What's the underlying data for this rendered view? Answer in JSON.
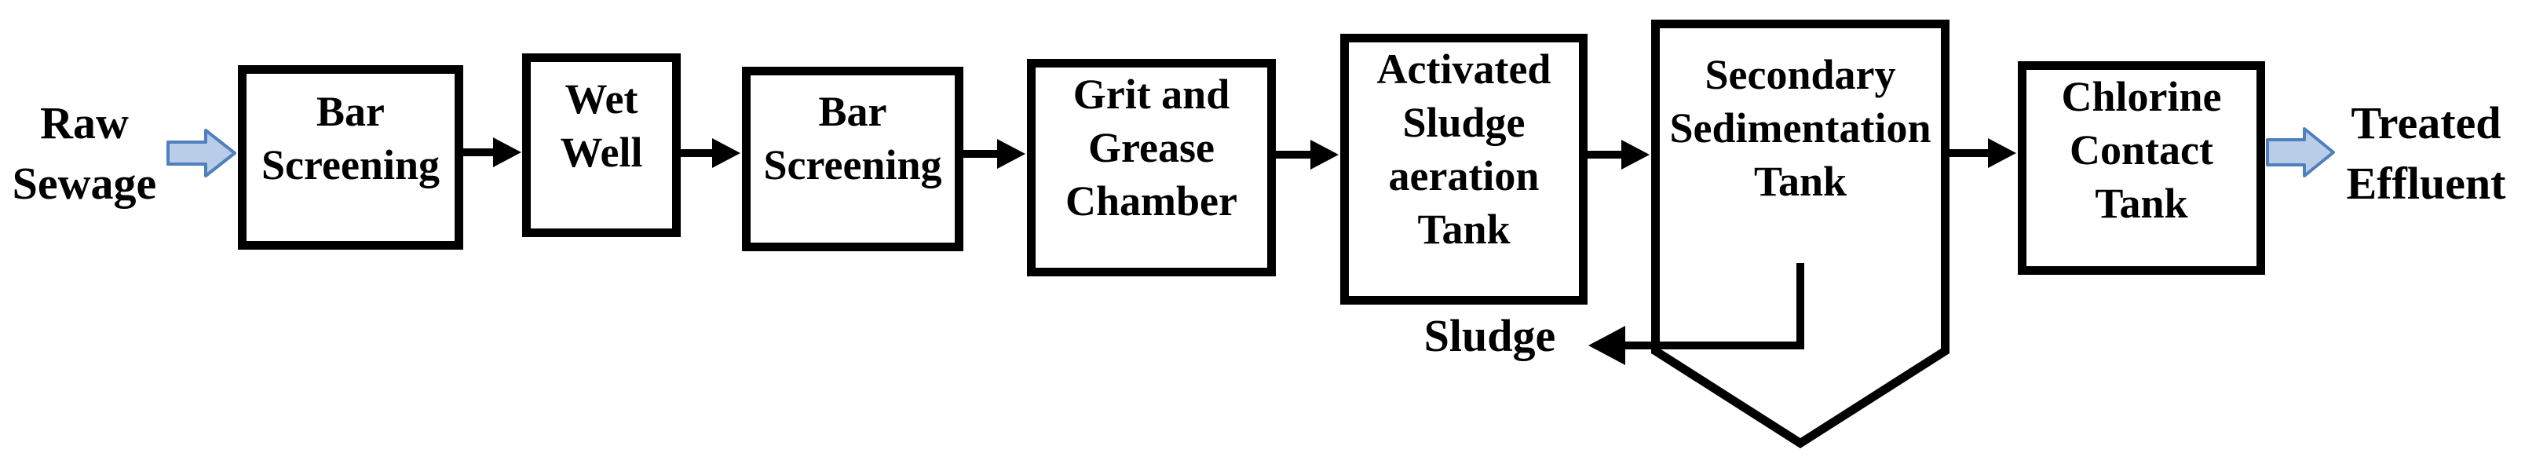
{
  "diagram": {
    "title": "Sewage treatment process flow diagram",
    "background": "#ffffff",
    "line_color": "#000000",
    "block_arrow_fill": "#b9cde9",
    "block_arrow_stroke": "#4f7fbc"
  },
  "labels": {
    "source": "Raw\nSewage",
    "sink": "Treated\nEffluent",
    "sludge": "Sludge"
  },
  "boxes": [
    {
      "label": "Bar\nScreening"
    },
    {
      "label": "Wet\nWell"
    },
    {
      "label": "Bar\nScreening"
    },
    {
      "label": "Grit and\nGrease\nChamber"
    },
    {
      "label": "Activated\nSludge\naeration\nTank"
    },
    {
      "label": "Secondary\nSedimentation\nTank"
    },
    {
      "label": "Chlorine\nContact\nTank"
    }
  ],
  "flow_sequence": [
    "Raw Sewage",
    "Bar Screening",
    "Wet Well",
    "Bar Screening",
    "Grit and Grease Chamber",
    "Activated Sludge aeration Tank",
    "Secondary Sedimentation Tank",
    "Chlorine Contact Tank",
    "Treated Effluent"
  ],
  "sludge_return": {
    "from": "Secondary Sedimentation Tank",
    "to": "Sludge"
  }
}
